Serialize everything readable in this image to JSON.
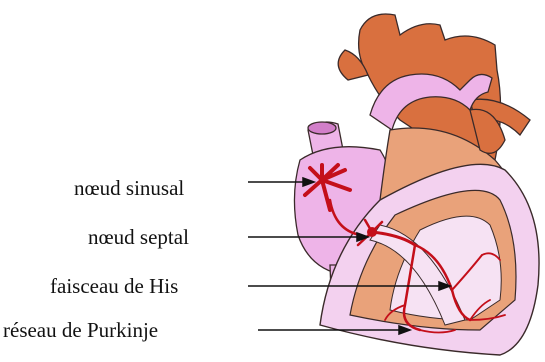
{
  "labels": {
    "sinus_node": "nœud sinusal",
    "septal_node": "nœud septal",
    "bundle_of_his": "faisceau de His",
    "purkinje_network": "réseau de Purkinje"
  },
  "colors": {
    "aorta_orange": "#d9703f",
    "pale_orange": "#e9a27a",
    "atrium_pink": "#eeb4e8",
    "conduction_red": "#c40f1a",
    "outline": "#3a2a2a"
  }
}
